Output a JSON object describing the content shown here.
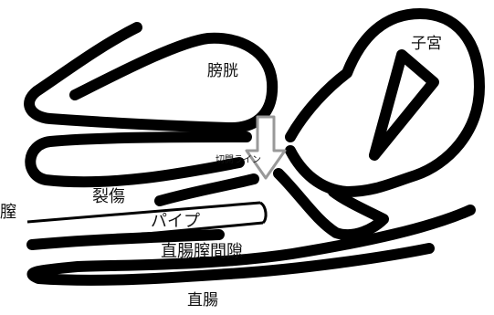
{
  "labels": {
    "bladder": "膀胱",
    "uterus": "子宮",
    "incision_line": "切開ライン",
    "vagina": "膣",
    "laceration": "裂傷",
    "pipe": "パイプ",
    "rectovaginal_space": "直腸膣間隙",
    "rectum": "直腸"
  },
  "colors": {
    "stroke": "#000000",
    "pipe_fill": "#ffffff",
    "arrow_fill": "#ffffff",
    "arrow_stroke": "#999999",
    "text": "#111111"
  }
}
